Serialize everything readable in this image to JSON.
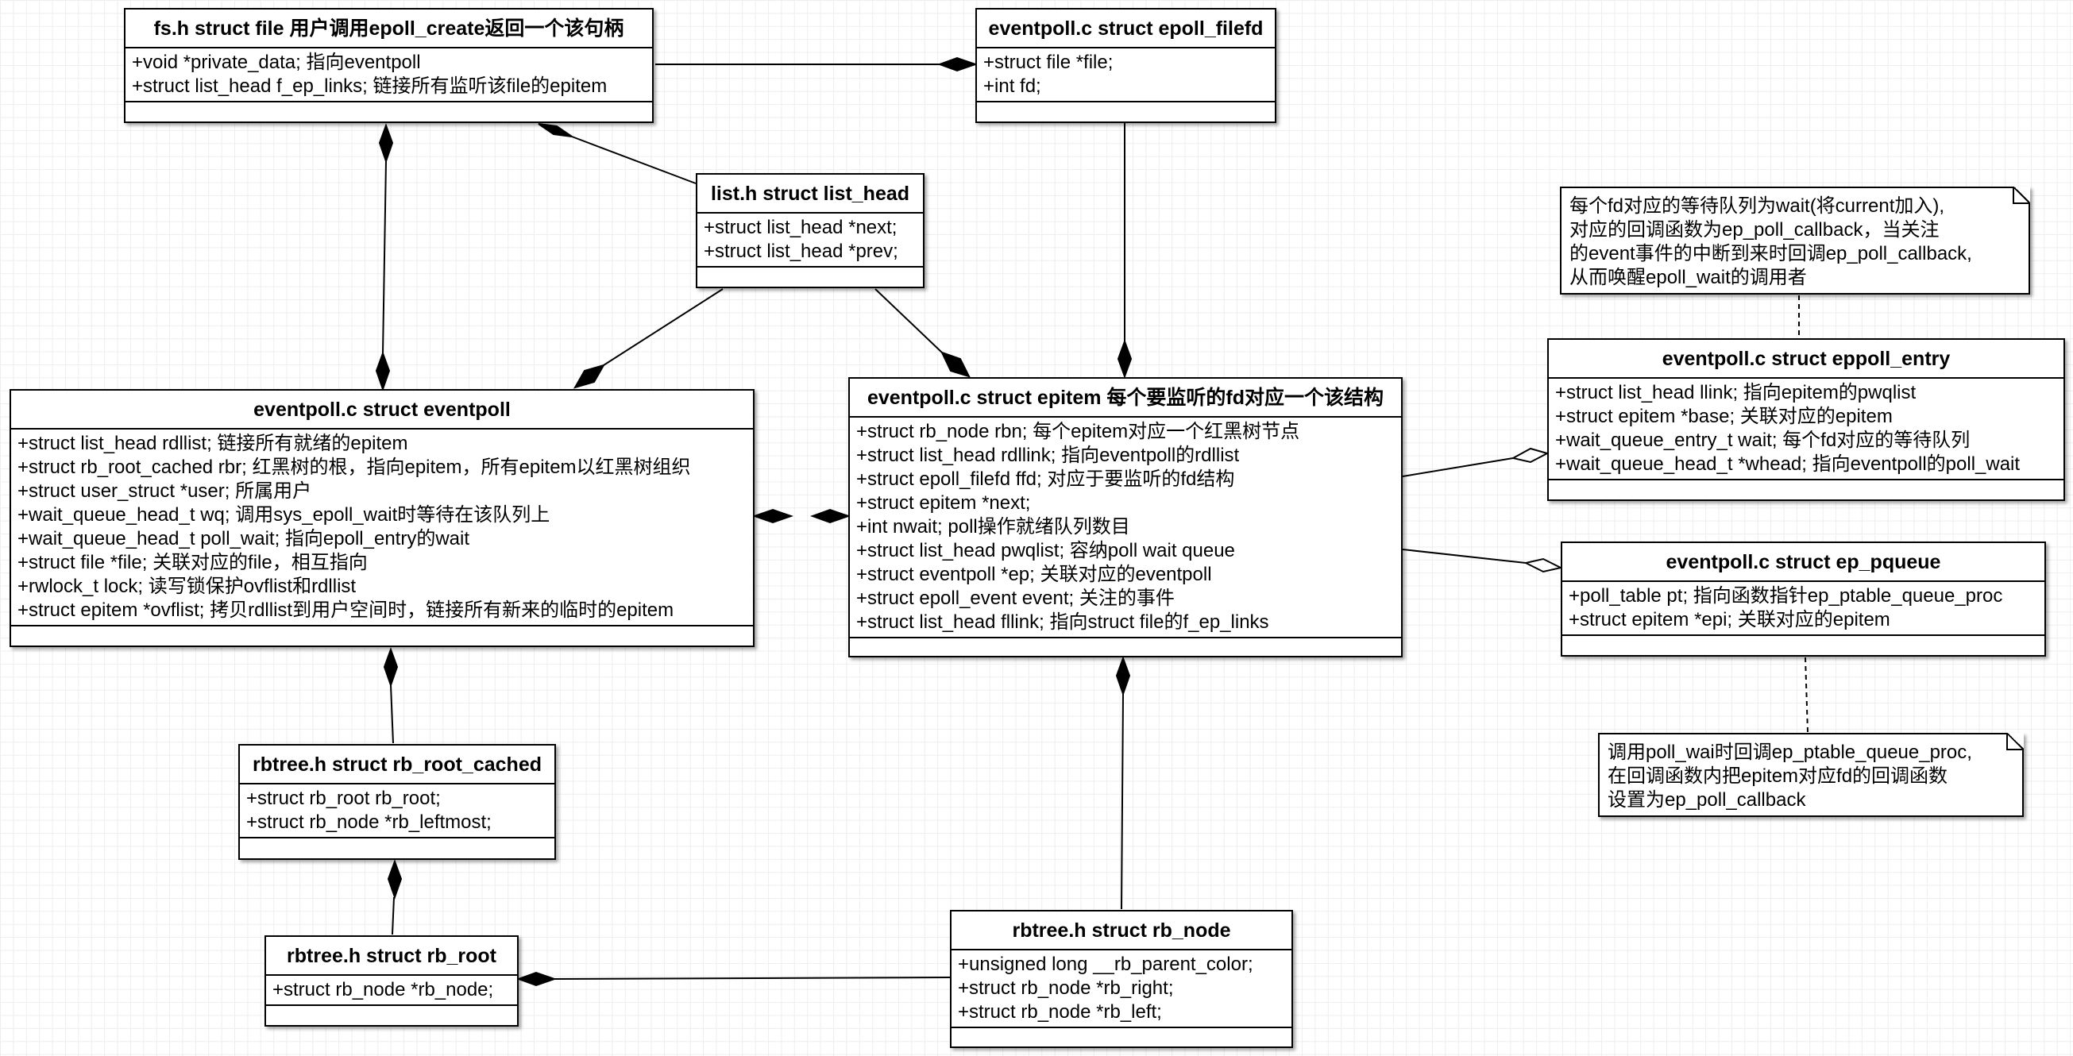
{
  "classes": {
    "fs_file": {
      "title": "fs.h struct file 用户调用epoll_create返回一个该句柄",
      "fields": [
        "+void *private_data; 指向eventpoll",
        "+struct list_head f_ep_links; 链接所有监听该file的epitem"
      ]
    },
    "epoll_filefd": {
      "title": "eventpoll.c struct epoll_filefd",
      "fields": [
        "+struct file *file;",
        "+int fd;"
      ]
    },
    "list_head": {
      "title": "list.h struct list_head",
      "fields": [
        "+struct list_head *next;",
        "+struct list_head *prev;"
      ]
    },
    "eventpoll": {
      "title": "eventpoll.c struct eventpoll",
      "fields": [
        "+struct list_head rdllist; 链接所有就绪的epitem",
        "+struct rb_root_cached rbr; 红黑树的根，指向epitem，所有epitem以红黑树组织",
        "+struct user_struct *user; 所属用户",
        "+wait_queue_head_t wq; 调用sys_epoll_wait时等待在该队列上",
        "+wait_queue_head_t poll_wait; 指向epoll_entry的wait",
        "+struct file *file; 关联对应的file，相互指向",
        "+rwlock_t lock; 读写锁保护ovflist和rdllist",
        "+struct epitem *ovflist; 拷贝rdllist到用户空间时，链接所有新来的临时的epitem"
      ]
    },
    "epitem": {
      "title": "eventpoll.c struct epitem 每个要监听的fd对应一个该结构",
      "fields": [
        "+struct rb_node rbn; 每个epitem对应一个红黑树节点",
        "+struct list_head rdllink; 指向eventpoll的rdllist",
        "+struct epoll_filefd ffd; 对应于要监听的fd结构",
        "+struct epitem *next;",
        "+int nwait; poll操作就绪队列数目",
        "+struct list_head pwqlist; 容纳poll wait queue",
        "+struct eventpoll *ep; 关联对应的eventpoll",
        "+struct epoll_event event; 关注的事件",
        "+struct list_head fllink; 指向struct file的f_ep_links"
      ]
    },
    "eppoll_entry": {
      "title": "eventpoll.c struct eppoll_entry",
      "fields": [
        "+struct list_head llink; 指向epitem的pwqlist",
        "+struct epitem *base; 关联对应的epitem",
        "+wait_queue_entry_t wait; 每个fd对应的等待队列",
        "+wait_queue_head_t *whead; 指向eventpoll的poll_wait"
      ]
    },
    "ep_pqueue": {
      "title": "eventpoll.c struct ep_pqueue",
      "fields": [
        "+poll_table pt; 指向函数指针ep_ptable_queue_proc",
        "+struct epitem *epi; 关联对应的epitem"
      ]
    },
    "rb_root_cached": {
      "title": "rbtree.h struct rb_root_cached",
      "fields": [
        "+struct rb_root rb_root;",
        "+struct rb_node *rb_leftmost;"
      ]
    },
    "rb_root": {
      "title": "rbtree.h struct rb_root",
      "fields": [
        "+struct rb_node *rb_node;"
      ]
    },
    "rb_node": {
      "title": "rbtree.h struct rb_node",
      "fields": [
        "+unsigned long  __rb_parent_color;",
        "+struct rb_node *rb_right;",
        "+struct rb_node *rb_left;"
      ]
    }
  },
  "notes": {
    "wait_note": {
      "lines": [
        "每个fd对应的等待队列为wait(将current加入),",
        "对应的回调函数为ep_poll_callback，当关注",
        "的event事件的中断到来时回调ep_poll_callback,",
        "从而唤醒epoll_wait的调用者"
      ]
    },
    "pqueue_note": {
      "lines": [
        "调用poll_wai时回调ep_ptable_queue_proc,",
        "在回调函数内把epitem对应fd的回调函数",
        "设置为ep_poll_callback"
      ]
    }
  }
}
